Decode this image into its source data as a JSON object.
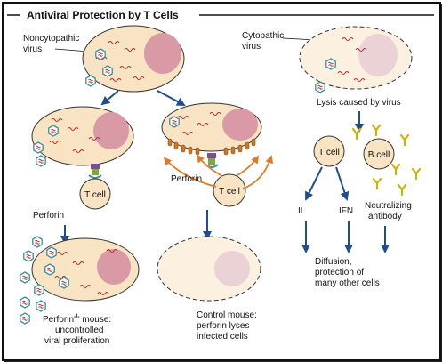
{
  "title": "Antiviral Protection by T Cells",
  "labels": {
    "noncytopathic_virus_line1": "Noncytopathic",
    "noncytopathic_virus_line2": "virus",
    "cytopathic_virus_line1": "Cytopathic",
    "cytopathic_virus_line2": "virus",
    "lysis_caused_by_virus": "Lysis caused by virus",
    "perforin_middle": "Perforin",
    "perforin_left": "Perforin",
    "t_cell_left": "T cell",
    "t_cell_middle": "T cell",
    "t_cell_right": "T cell",
    "b_cell": "B cell",
    "il": "IL",
    "ifn": "IFN",
    "neutralizing_line1": "Neutralizing",
    "neutralizing_line2": "antibody",
    "perforin_ko_line1": "Perforin",
    "perforin_ko_superscript": "-/-",
    "perforin_ko_line1_suffix": " mouse:",
    "perforin_ko_line2": "uncontrolled",
    "perforin_ko_line3": "viral proliferation",
    "control_line1": "Control mouse:",
    "control_line2": "perforin lyses",
    "control_line3": "infected cells",
    "diffusion_line1": "Diffusion,",
    "diffusion_line2": "protection of",
    "diffusion_line3": "many other cells"
  },
  "colors": {
    "cell_fill": "#f8e3c3",
    "nucleus": "#d99aa6",
    "arrow_blue": "#1f4e8c",
    "arrow_orange": "#e07b24",
    "virus_teal": "#3a8f9b",
    "virus_red": "#c8322f",
    "antibody_yellow": "#c9b400",
    "receptor_purple": "#7b4b94",
    "receptor_green": "#7da840",
    "pore_orange": "#d07a20"
  }
}
